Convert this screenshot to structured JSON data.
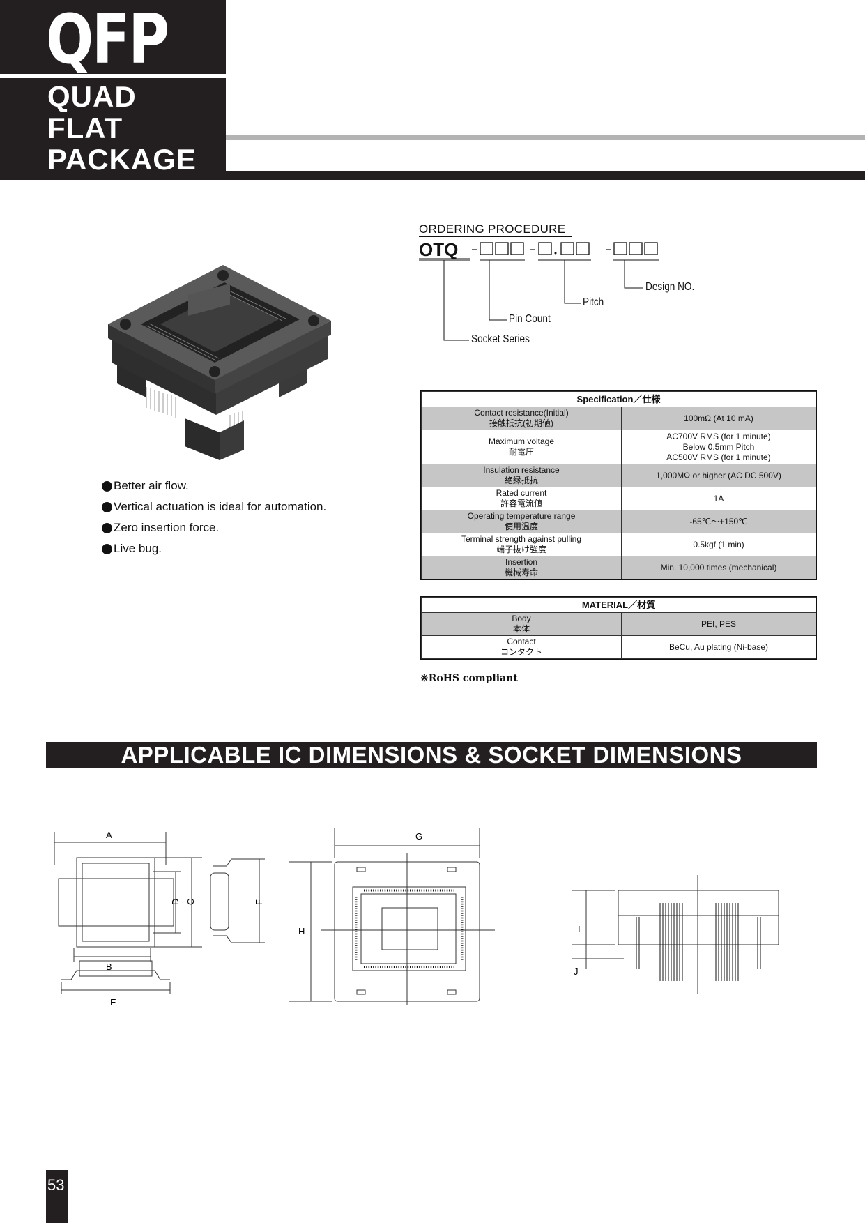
{
  "header": {
    "title": "QFP",
    "subtitle_lines": [
      "QUAD",
      "FLAT",
      "PACKAGE"
    ]
  },
  "features": [
    "Better air flow.",
    "Vertical actuation is ideal for automation.",
    "Zero insertion force.",
    "Live bug."
  ],
  "ordering": {
    "title": "ORDERING PROCEDURE",
    "code_prefix": "OTQ",
    "labels": {
      "design_no": "Design NO.",
      "pitch": "Pitch",
      "pin_count": "Pin Count",
      "socket_series": "Socket Series"
    }
  },
  "specification": {
    "title": "Specification／仕様",
    "rows": [
      {
        "label_en": "Contact resistance(Initial)",
        "label_jp": "接触抵抗(初期値)",
        "value": [
          "100mΩ (At 10 mA)"
        ]
      },
      {
        "label_en": "Maximum voltage",
        "label_jp": "耐電圧",
        "value": [
          "AC700V RMS (for 1 minute)",
          "Below 0.5mm Pitch",
          "AC500V RMS (for 1 minute)"
        ]
      },
      {
        "label_en": "Insulation resistance",
        "label_jp": "絶縁抵抗",
        "value": [
          "1,000MΩ or higher (AC DC 500V)"
        ]
      },
      {
        "label_en": "Rated current",
        "label_jp": "許容電流値",
        "value": [
          "1A"
        ]
      },
      {
        "label_en": "Operating temperature range",
        "label_jp": "使用温度",
        "value": [
          "-65℃～+150℃"
        ]
      },
      {
        "label_en": "Terminal strength against pulling",
        "label_jp": "端子抜け強度",
        "value": [
          "0.5kgf (1 min)"
        ]
      },
      {
        "label_en": "Insertion",
        "label_jp": "機械寿命",
        "value": [
          "Min. 10,000 times (mechanical)"
        ]
      }
    ]
  },
  "material": {
    "title": "MATERIAL／材質",
    "rows": [
      {
        "label_en": "Body",
        "label_jp": "本体",
        "value": [
          "PEI, PES"
        ]
      },
      {
        "label_en": "Contact",
        "label_jp": "コンタクト",
        "value": [
          "BeCu, Au plating (Ni-base)"
        ]
      }
    ]
  },
  "rohs": "※RoHS compliant",
  "section_title": "APPLICABLE IC DIMENSIONS & SOCKET DIMENSIONS",
  "dimension_labels": {
    "a": "A",
    "b": "B",
    "c": "C",
    "d": "D",
    "e": "E",
    "f": "F",
    "g": "G",
    "h": "H",
    "i": "I",
    "j": "J"
  },
  "page_number": "53"
}
